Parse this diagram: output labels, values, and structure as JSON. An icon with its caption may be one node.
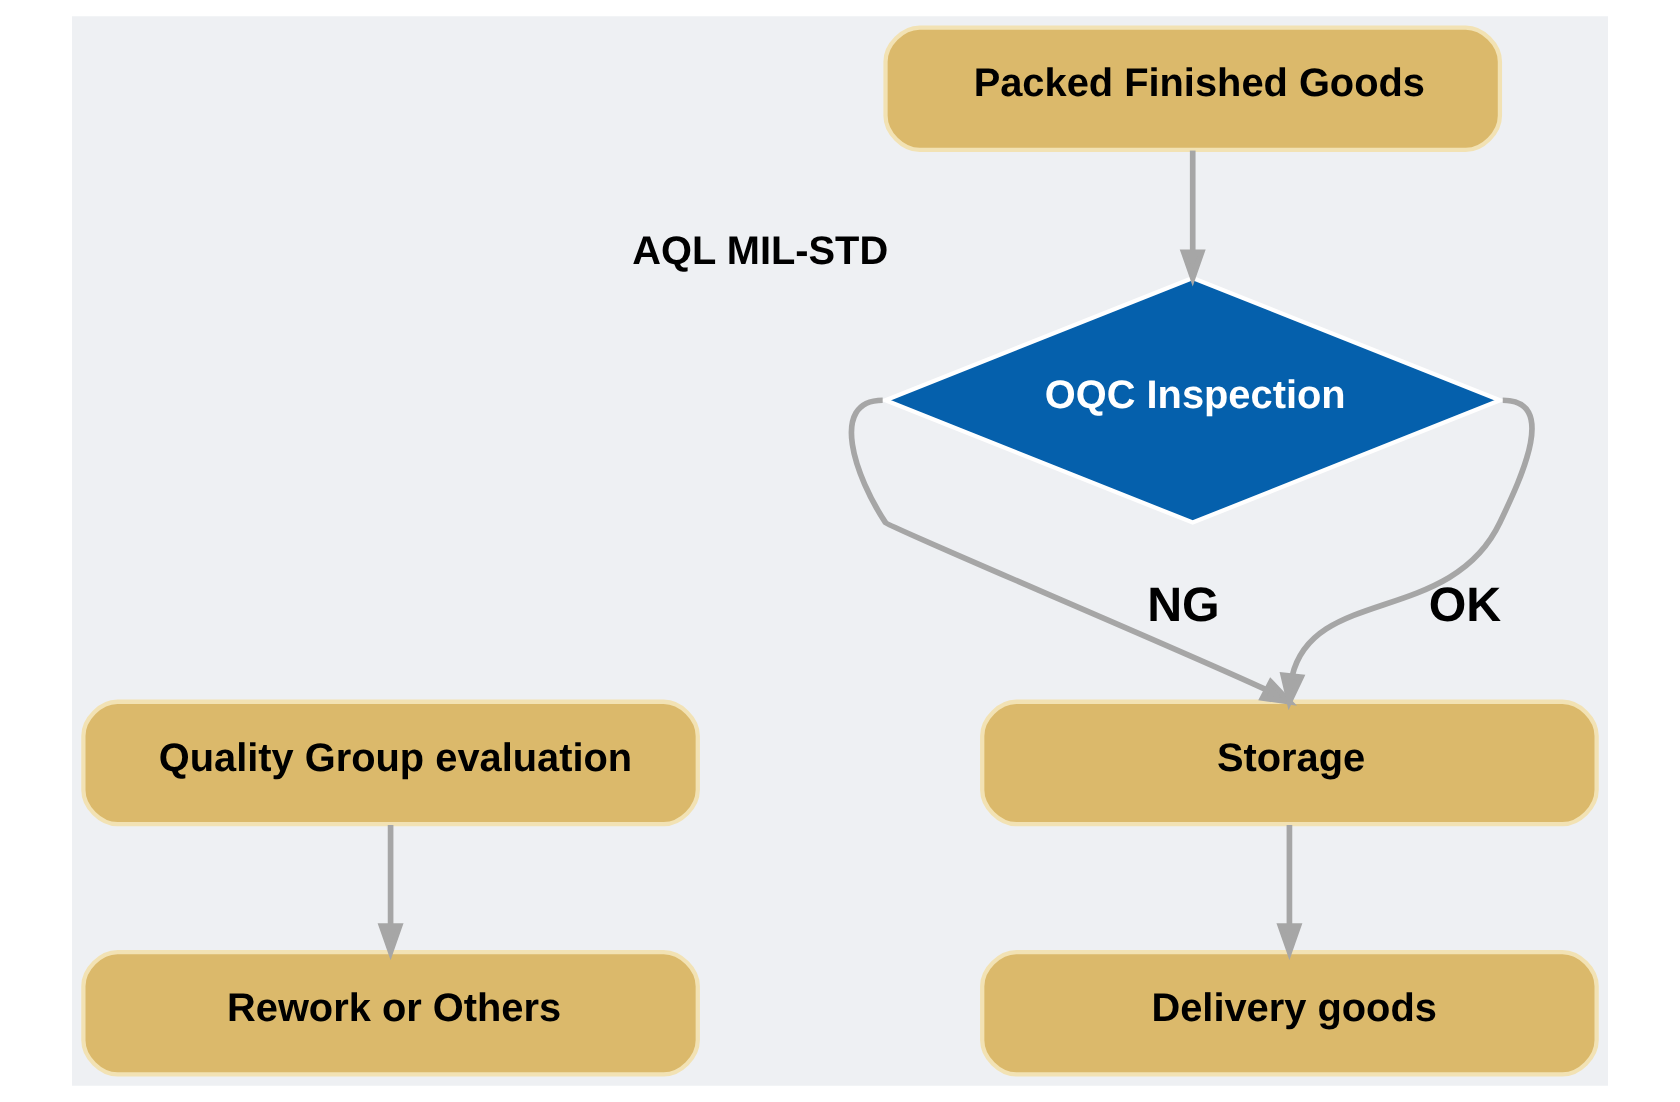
{
  "diagram": {
    "nodes": [
      {
        "text": [
          "Packed Finished Goods"
        ]
      },
      {
        "text": [
          "OQC Inspection"
        ],
        "beside": [
          "AQL MIL-STD"
        ]
      },
      {
        "text": [
          "Quality Group evaluation"
        ]
      },
      {
        "text": [
          "Storage"
        ]
      },
      {
        "text": [
          "Rework or Others"
        ]
      },
      {
        "text": [
          "Delivery goods"
        ]
      }
    ],
    "edges": [
      {
        "from": 0,
        "to": 1,
        "arrow": "to"
      },
      {
        "from": 1,
        "to": 3,
        "arrow": "to",
        "label": "NG"
      },
      {
        "from": 1,
        "to": 3,
        "arrow": "to",
        "label": "OK"
      },
      {
        "from": 2,
        "to": 4,
        "arrow": "to"
      },
      {
        "from": 3,
        "to": 5,
        "arrow": "to"
      }
    ]
  }
}
